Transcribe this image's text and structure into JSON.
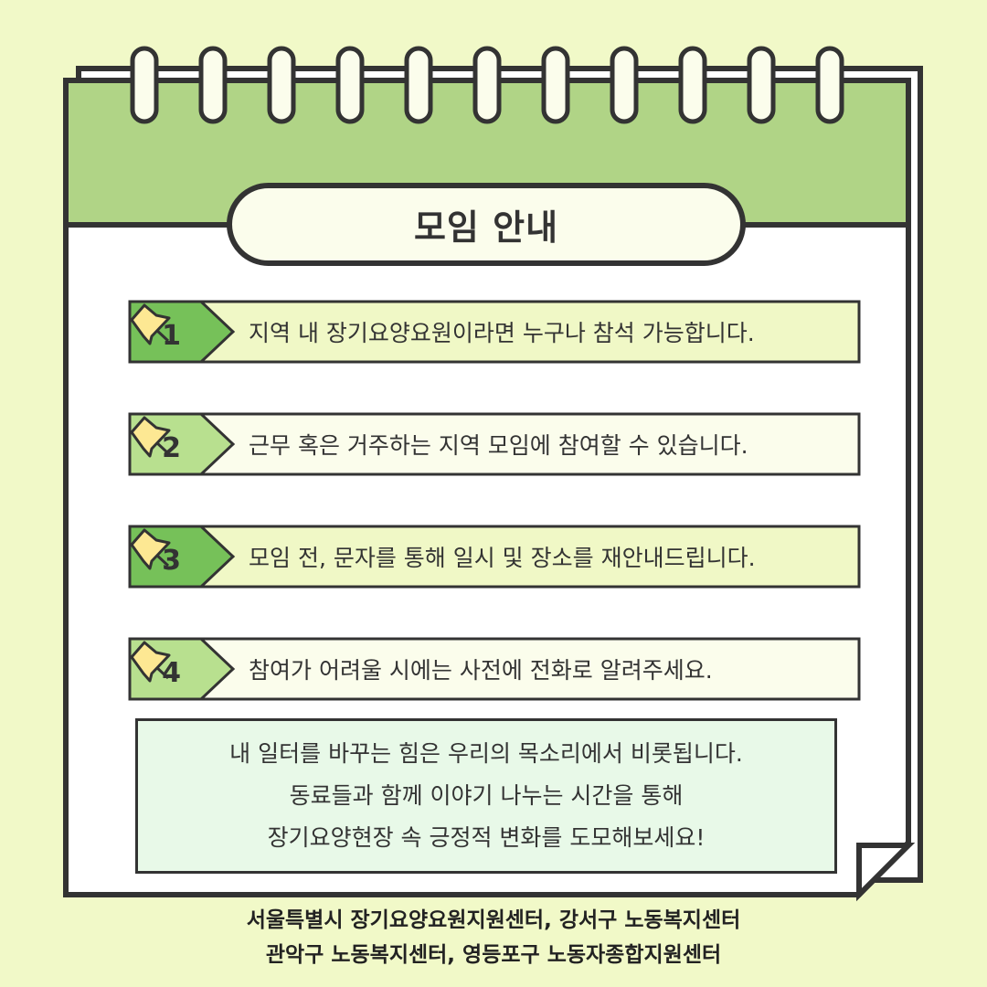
{
  "colors": {
    "background": "#f1f9c8",
    "header_green": "#b0d486",
    "outline": "#333333",
    "card_white": "#ffffff",
    "dark_tab_green": "#76c159",
    "light_tab_green": "#b8e08f",
    "row_text_bg_dark": "#f0f8c6",
    "row_text_bg_light": "#fbfdec",
    "pin_yellow": "#fde893",
    "message_bg": "#e8f9e8"
  },
  "header": {
    "title": "모임 안내",
    "ring_count": 11
  },
  "items": [
    {
      "number": "1",
      "text": "지역 내 장기요양요원이라면 누구나 참석 가능합니다.",
      "style": "dark"
    },
    {
      "number": "2",
      "text": "근무 혹은 거주하는 지역 모임에 참여할 수 있습니다.",
      "style": "light"
    },
    {
      "number": "3",
      "text": "모임 전, 문자를 통해 일시 및 장소를 재안내드립니다.",
      "style": "dark"
    },
    {
      "number": "4",
      "text": "참여가 어려울 시에는 사전에 전화로 알려주세요.",
      "style": "light"
    }
  ],
  "message": {
    "lines": [
      "내 일터를 바꾸는 힘은 우리의 목소리에서 비롯됩니다.",
      "동료들과 함께 이야기 나누는 시간을 통해",
      "장기요양현장 속 긍정적 변화를 도모해보세요!"
    ]
  },
  "footer": {
    "lines": [
      "서울특별시 장기요양요원지원센터, 강서구 노동복지센터",
      "관악구 노동복지센터, 영등포구 노동자종합지원센터"
    ]
  }
}
